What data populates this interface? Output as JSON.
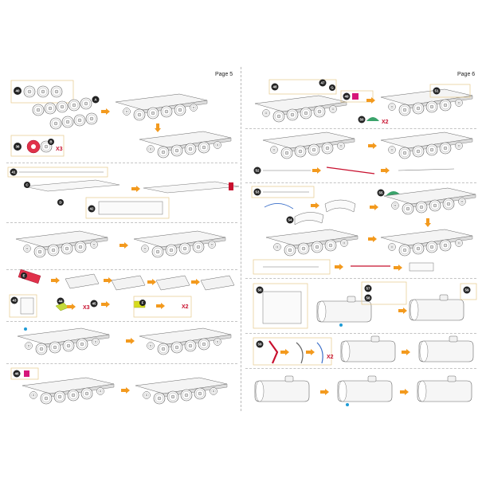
{
  "pages": {
    "left": {
      "label": "Page 5"
    },
    "right": {
      "label": "Page 6"
    }
  },
  "parts": {
    "p40": "40",
    "p36": "36",
    "p41": "41",
    "p42": "42",
    "p43": "43",
    "p44": "44",
    "p45": "45",
    "p46": "46",
    "p47": "47",
    "p48": "48",
    "p49": "49",
    "p50": "50",
    "p51": "51",
    "p52": "52",
    "p53": "53",
    "p54": "54",
    "p55": "55",
    "p56": "56",
    "p57": "57",
    "p58": "58",
    "p59": "59",
    "a": "A",
    "b": "B",
    "c": "C",
    "d": "D",
    "e": "E",
    "f": "F",
    "g": "G"
  },
  "quantities": {
    "x3a": "X3",
    "x3b": "X3",
    "x2a": "X2",
    "x2b": "X2",
    "x2c": "X2"
  },
  "colors": {
    "arrow": "#f39a1e",
    "accent_red": "#c8102e",
    "accent_green": "#3aa36b",
    "accent_yellow": "#d6dc1e",
    "accent_magenta": "#d6177a",
    "accent_blue": "#1e9bd6",
    "frame": "#e7c98a"
  }
}
